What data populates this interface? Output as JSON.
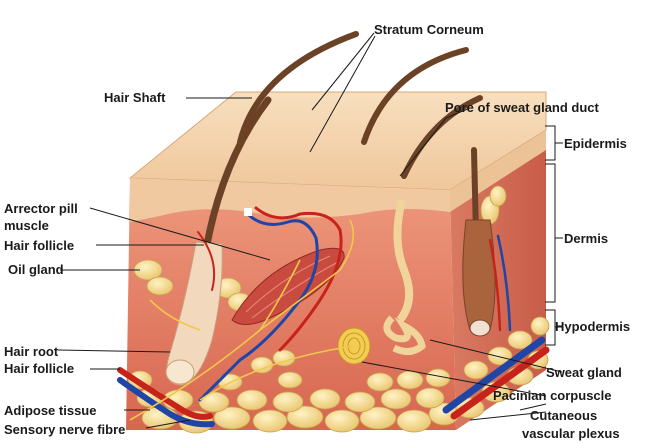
{
  "diagram": {
    "labels": {
      "stratum_corneum": "Stratum Corneum",
      "hair_shaft": "Hair Shaft",
      "pore_sweat_duct": "Pore of sweat gland duct",
      "epidermis": "Epidermis",
      "dermis": "Dermis",
      "hypodermis": "Hypodermis",
      "arrector_pili": "Arrector pill",
      "arrector_pili_2": "muscle",
      "hair_follicle_upper": "Hair follicle",
      "oil_gland": "Oil gland",
      "hair_root": "Hair root",
      "hair_follicle_lower": "Hair follicle",
      "adipose_tissue": "Adipose tissue",
      "sensory_nerve": "Sensory nerve fibre",
      "sweat_gland": "Sweat gland",
      "pacinian": "Pacinian corpuscle",
      "cutaneous": "Cutaneous",
      "vascular_plexus": "vascular plexus"
    },
    "colors": {
      "epidermis": "#f4d3ae",
      "dermis_front": "#e7826a",
      "dermis_side": "#d86a56",
      "fat": "#f6dd9a",
      "artery": "#c8231b",
      "vein": "#1f46a6",
      "hair": "#6b4226",
      "nerve": "#f2c84b"
    }
  }
}
